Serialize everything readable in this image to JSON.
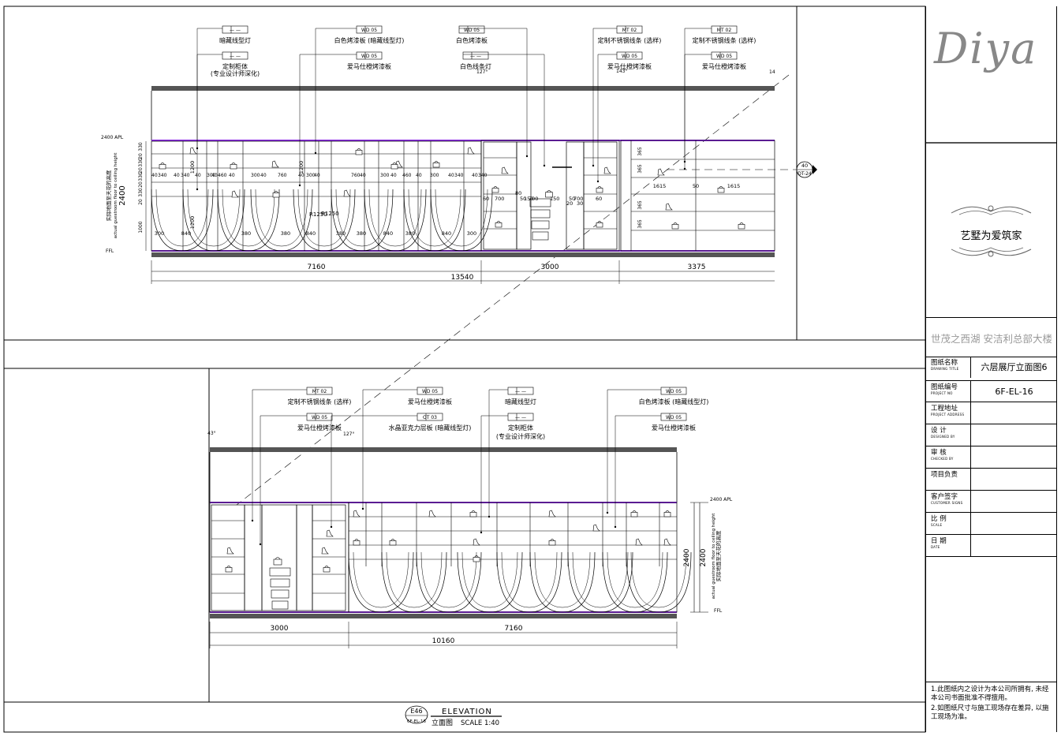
{
  "titleblock": {
    "logo": "Diya",
    "slogan": "艺墅为爱筑家",
    "project": "世茂之西湖  安洁利总部大楼",
    "rows": [
      {
        "label": "图纸名称",
        "sub": "DRAWING TITLE",
        "value": "六层展厅立面图6"
      },
      {
        "label": "图纸编号",
        "sub": "PROJECT NO",
        "value": "6F-EL-16"
      },
      {
        "label": "工程地址",
        "sub": "PROJECT ADDRESS",
        "value": ""
      },
      {
        "label": "设    计",
        "sub": "DESIGNED BY",
        "value": ""
      },
      {
        "label": "审    核",
        "sub": "CHECKED BY",
        "value": ""
      },
      {
        "label": "项目负责",
        "sub": "",
        "value": ""
      },
      {
        "label": "客户签字",
        "sub": "CUSTOMER SIGNS",
        "value": ""
      },
      {
        "label": "比    例",
        "sub": "SCALE",
        "value": ""
      },
      {
        "label": "日    期",
        "sub": "DATE",
        "value": ""
      }
    ],
    "notes": [
      "1.此图纸内之设计为本公司所拥有, 未经本公司书面批准不得擅用。",
      "2.如图纸尺寸与施工现场存在差异, 以施工现场为准。"
    ]
  },
  "top_elevation": {
    "tags": [
      {
        "code": "—  —",
        "label": "暗藏线型灯"
      },
      {
        "code": "—  —",
        "label": "定制柜体"
      },
      {
        "code": "",
        "label": "(专业设计师深化)"
      },
      {
        "code": "WD  05",
        "label": "白色烤漆板 (暗藏线型灯)"
      },
      {
        "code": "WD  05",
        "label": "爱马仕橙烤漆板"
      },
      {
        "code": "WD  05",
        "label": "白色烤漆板"
      },
      {
        "code": "—  —",
        "label": "白色线条灯"
      },
      {
        "code": "MT  02",
        "label": "定制不锈钢线条 (选样)"
      },
      {
        "code": "WD  05",
        "label": "爱马仕橙烤漆板"
      },
      {
        "code": "MT  02",
        "label": "定制不锈钢线条 (选样)"
      },
      {
        "code": "WD  05",
        "label": "爱马仕橙烤漆板"
      }
    ],
    "height_label": "2400",
    "apl_label": "2400 APL",
    "floor_label": "FFL",
    "vertical_note_cn": "实际地面至天花的高度",
    "vertical_note_en": "actual guestroom floor to ceiling height",
    "left_dims": [
      "330",
      "20",
      "330",
      "20",
      "330",
      "20",
      "330",
      "20",
      "1000"
    ],
    "inner_dims": [
      "40",
      "340",
      "40",
      "340",
      "40",
      "300",
      "40",
      "460",
      "40",
      "300",
      "40",
      "760",
      "40",
      "300",
      "40",
      "760",
      "40",
      "300",
      "40",
      "460",
      "40",
      "300",
      "40",
      "340",
      "40",
      "340",
      "40"
    ],
    "bottom_inner": [
      "300",
      "840",
      "380",
      "380",
      "840",
      "380",
      "380",
      "840",
      "380",
      "840",
      "300"
    ],
    "center_dims": [
      "60",
      "700",
      "80",
      "50",
      "150",
      "700",
      "150",
      "50",
      "700",
      "60",
      "20",
      "30"
    ],
    "right_dims": [
      "1615",
      "50",
      "1615",
      "365",
      "365",
      "365",
      "365"
    ],
    "radius_labels": [
      "R1250",
      "R1250"
    ],
    "heights_1200": [
      "1200",
      "1200",
      "1200"
    ],
    "angles": [
      "127°",
      "143°",
      "14"
    ],
    "dims": [
      "7160",
      "3000",
      "3375"
    ],
    "total": "13540",
    "section_ref_top": "40",
    "section_ref_bottom": "DT-24"
  },
  "bottom_elevation": {
    "tags": [
      {
        "code": "MT  02",
        "label": "定制不锈钢线条 (选样)"
      },
      {
        "code": "WD  05",
        "label": "爱马仕橙烤漆板"
      },
      {
        "code": "WD  05",
        "label": "爱马仕橙烤漆板"
      },
      {
        "code": "OT  03",
        "label": "水晶亚克力层板 (暗藏线型灯)"
      },
      {
        "code": "—  —",
        "label": "暗藏线型灯"
      },
      {
        "code": "—  —",
        "label": "定制柜体"
      },
      {
        "code": "",
        "label": "(专业设计师深化)"
      },
      {
        "code": "WD  05",
        "label": "白色烤漆板 (暗藏线型灯)"
      },
      {
        "code": "WD  05",
        "label": "爱马仕橙烤漆板"
      }
    ],
    "height_label": "2400",
    "height_label2": "2400",
    "apl_label": "2400 APL",
    "floor_label": "FFL",
    "vertical_note_cn": "实际地面至天花的高度",
    "vertical_note_en": "actual guestroom floor to ceiling height",
    "angles": [
      "43°",
      "127°"
    ],
    "dims": [
      "3000",
      "7160"
    ],
    "total": "10160"
  },
  "caption": {
    "ref_top": "E46",
    "ref_bottom": "6F-EL-16",
    "title_en": "ELEVATION",
    "title_cn": "立面图",
    "scale": "SCALE 1:40"
  },
  "colors": {
    "accent": "#8b2be2",
    "line": "#000000",
    "muted": "#999999",
    "slab": "#555555"
  }
}
